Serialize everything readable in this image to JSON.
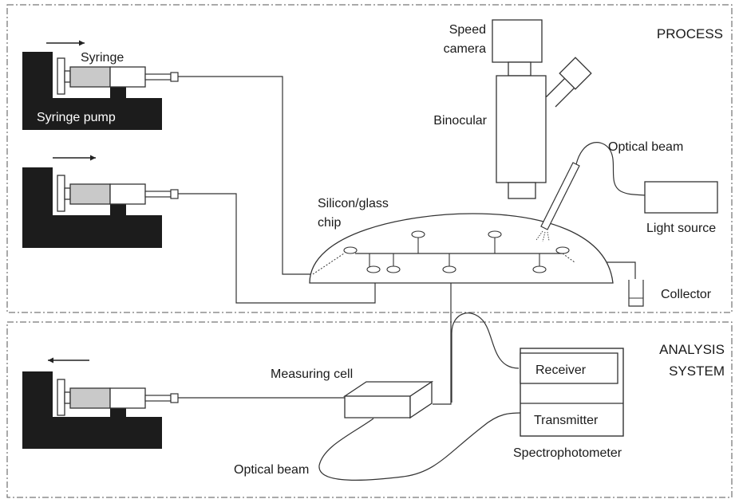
{
  "sections": {
    "process": "PROCESS",
    "analysis_line1": "ANALYSIS",
    "analysis_line2": "SYSTEM"
  },
  "labels": {
    "syringe": "Syringe",
    "syringe_pump": "Syringe pump",
    "speed_camera_line1": "Speed",
    "speed_camera_line2": "camera",
    "binocular": "Binocular",
    "optical_beam_top": "Optical beam",
    "light_source": "Light source",
    "chip_line1": "Silicon/glass",
    "chip_line2": "chip",
    "collector": "Collector",
    "measuring_cell": "Measuring cell",
    "receiver": "Receiver",
    "transmitter": "Transmitter",
    "spectrophotometer": "Spectrophotometer",
    "optical_beam_bottom": "Optical beam"
  },
  "colors": {
    "pump_block": "#1c1c1c",
    "syringe_barrel_fill": "#c9c9c9",
    "line": "#333333",
    "dashed_border": "#555555"
  }
}
